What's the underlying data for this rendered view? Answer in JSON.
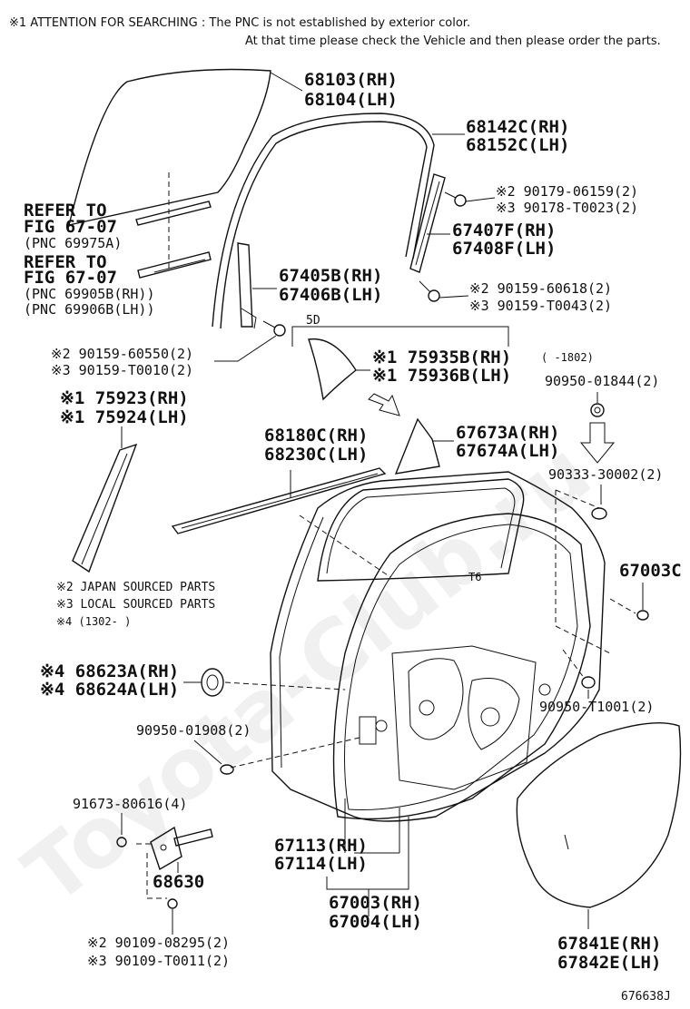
{
  "header": {
    "line1": "※1  ATTENTION FOR SEARCHING : The PNC is not established by exterior color.",
    "line2": "At that time please check the Vehicle and then please order the parts."
  },
  "watermark": "Toyota-Club.ru",
  "labels": {
    "glass_rh": "68103(RH)",
    "glass_lh": "68104(LH)",
    "run_rh": "68142C(RH)",
    "run_lh": "68152C(LH)",
    "bolt1_j": "※2 90179-06159(2)",
    "bolt1_l": "※3 90178-T0023(2)",
    "refer1_a": "REFER TO",
    "refer1_b": "FIG 67-07",
    "refer1_c": "(PNC 69975A)",
    "ch_rh": "67407F(RH)",
    "ch_lh": "67408F(LH)",
    "refer2_a": "REFER TO",
    "refer2_b": "FIG 67-07",
    "refer2_c": "(PNC 69905B(RH))",
    "refer2_d": "(PNC 69906B(LH))",
    "bolt2_j": "※2 90159-60618(2)",
    "bolt2_l": "※3 90159-T0043(2)",
    "div_rh": "67405B(RH)",
    "div_lh": "67406B(LH)",
    "sd": "5D",
    "tri_rh": "※1 75935B(RH)",
    "tri_lh": "※1 75936B(LH)",
    "bolt3_j": "※2 90159-60550(2)",
    "bolt3_l": "※3 90159-T0010(2)",
    "range1": "(       -1802)",
    "clip1": "90950-01844(2)",
    "mold_rh": "※1 75923(RH)",
    "mold_lh": "※1 75924(LH)",
    "belt_rh": "68180C(RH)",
    "belt_lh": "68230C(LH)",
    "corner_rh": "67673A(RH)",
    "corner_lh": "67674A(LH)",
    "plug1": "90333-30002(2)",
    "note2": "※2 JAPAN SOURCED PARTS",
    "note3": "※3 LOCAL SOURCED PARTS",
    "note4": "※4 (1302-        )",
    "panel": "67003C",
    "lamp_rh": "※4 68623A(RH)",
    "lamp_lh": "※4 68624A(LH)",
    "plug2": "90950-T1001(2)",
    "plug3": "90950-01908(2)",
    "hbolt": "91673-80616(4)",
    "hinge": "68630",
    "outer_rh": "67113(RH)",
    "outer_lh": "67114(LH)",
    "door_rh": "67003(RH)",
    "door_lh": "67004(LH)",
    "bolt4_j": "※2 90109-08295(2)",
    "bolt4_l": "※3 90109-T0011(2)",
    "cover_rh": "67841E(RH)",
    "cover_lh": "67842E(LH)",
    "ref_code": "676638J"
  }
}
